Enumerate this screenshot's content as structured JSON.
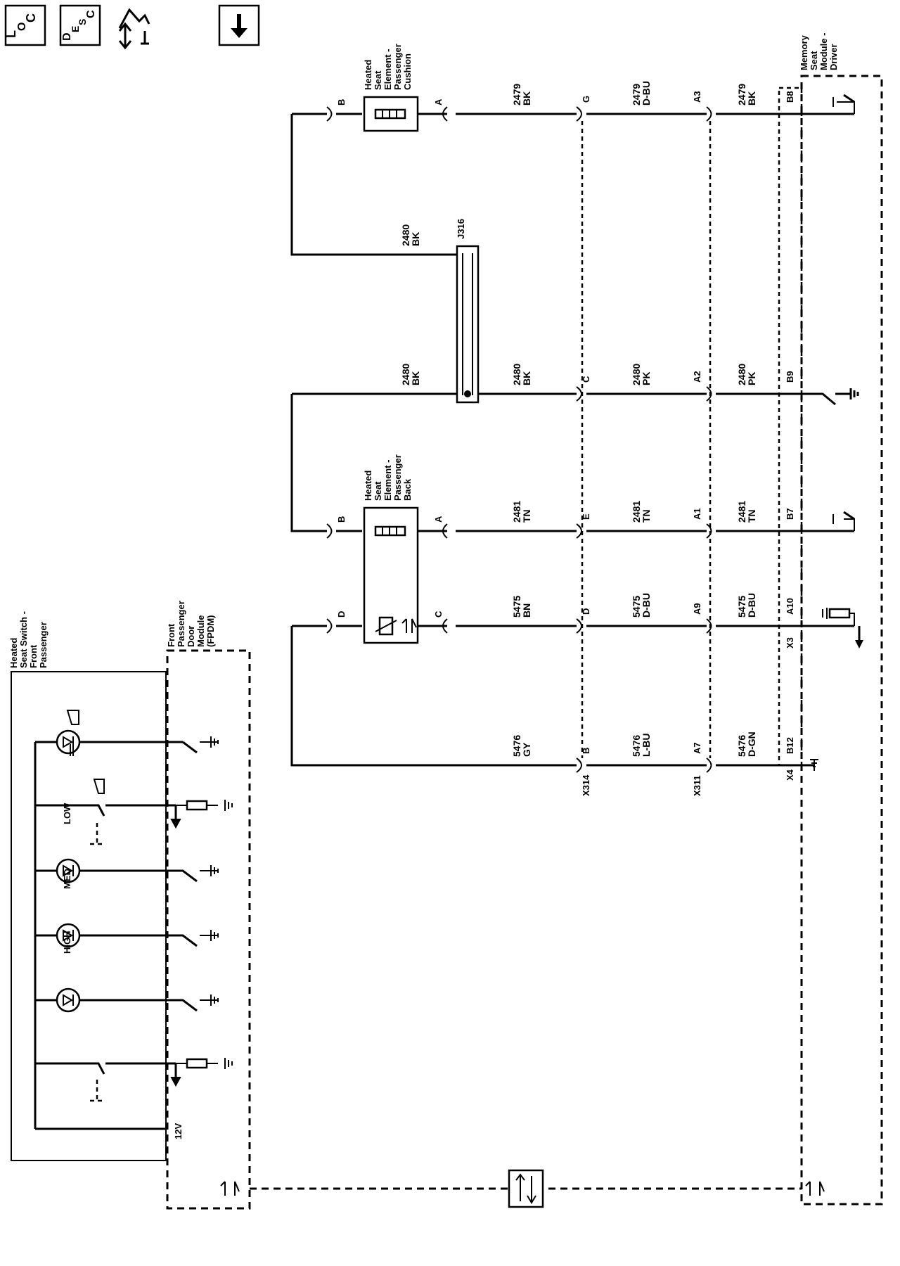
{
  "legend_icons": {
    "loc": {
      "a": "L",
      "b": "O",
      "c": "C"
    },
    "desc": {
      "a": "D",
      "b": "E",
      "c": "S",
      "d": "C"
    }
  },
  "components": {
    "switch": [
      "Heated",
      "Seat Switch -",
      "Front",
      "Passenger"
    ],
    "fpdm": [
      "Front",
      "Passenger",
      "Door",
      "Module",
      "(FPDM)"
    ],
    "cushion": [
      "Heated",
      "Seat",
      "Element -",
      "Passenger",
      "Cushion"
    ],
    "back": [
      "Heated",
      "Seat",
      "Element -",
      "Passenger",
      "Back"
    ],
    "memory": [
      "Memory",
      "Seat",
      "Module -",
      "Driver"
    ],
    "j316": "J316"
  },
  "switch_labels": {
    "low": "LOW",
    "med": "MED",
    "high": "HIGH",
    "v12": "12V"
  },
  "connectors": {
    "x314": "X314",
    "x311": "X311",
    "x4": "X4",
    "x3": "X3"
  },
  "circuits": [
    {
      "id": "c2479",
      "element_pins": [
        "B",
        "A"
      ],
      "labels": [
        [
          "2479",
          "BK"
        ],
        [
          "2479",
          "D-BU"
        ],
        [
          "2479",
          "BK"
        ]
      ],
      "pins": [
        "G",
        "A3",
        "B8"
      ]
    },
    {
      "id": "c2480",
      "element_pins": [],
      "labels": [
        [
          "2480",
          "BK"
        ],
        [
          "2480",
          "PK"
        ],
        [
          "2480",
          "PK"
        ]
      ],
      "pins": [
        "C",
        "A2",
        "B9"
      ]
    },
    {
      "id": "c2481",
      "element_pins": [
        "B",
        "A"
      ],
      "labels": [
        [
          "2481",
          "TN"
        ],
        [
          "2481",
          "TN"
        ],
        [
          "2481",
          "TN"
        ]
      ],
      "pins": [
        "E",
        "A1",
        "B7"
      ]
    },
    {
      "id": "c5475",
      "element_pins": [
        "D",
        "C"
      ],
      "labels": [
        [
          "5475",
          "BN"
        ],
        [
          "5475",
          "D-BU"
        ],
        [
          "5475",
          "D-BU"
        ]
      ],
      "pins": [
        "D",
        "A9",
        "A10"
      ]
    },
    {
      "id": "c5476",
      "element_pins": [],
      "labels": [
        [
          "5476",
          "GY"
        ],
        [
          "5476",
          "L-BU"
        ],
        [
          "5476",
          "D-GN"
        ]
      ],
      "pins": [
        "B",
        "A7",
        "B12"
      ]
    }
  ],
  "splice_labels": {
    "upper": [
      "2480",
      "BK"
    ],
    "lower": [
      "2480",
      "BK"
    ]
  }
}
